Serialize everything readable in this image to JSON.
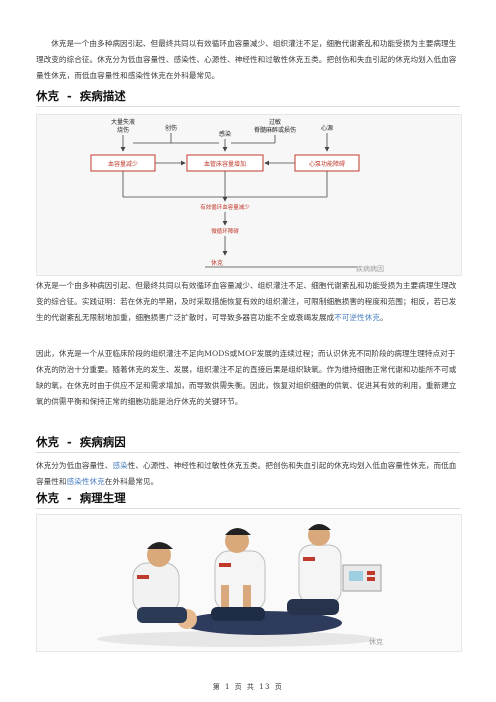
{
  "intro": {
    "text": "休克是一个由多种病因引起、但最终共同以有效循环血容量减少、组织灌注不足，细胞代谢紊乱和功能受损为主要病理生理改变的综合征。休克分为低血容量性、感染性、心源性、神经性和过敏性休克五类。把创伤和失血引起的休克均划入低血容量性休克，而低血容量性和感染性休克在外科最常见。"
  },
  "section1": {
    "heading": "休克 - 疾病描述",
    "diagram": {
      "top_labels": [
        "大量失液\n烧伤",
        "创伤",
        "感染",
        "过敏\n脊髓麻醉或损伤",
        "心源"
      ],
      "boxes": [
        "血容量减少",
        "血管床容量增加",
        "心泵功能障碍"
      ],
      "flow_labels": [
        "有效循环血容量减少",
        "微循环障碍",
        "休克"
      ]
    },
    "caption": "疾病病因",
    "para1_a": "休克是一个由多种病因引起、但最终共同以有效循环血容量减少、组织灌注不足、细胞代谢紊乱和功能受损为主要病理生理改变的综合征。实践证明：若在休克的早期，及时采取措施恢复有效的组织灌注，可限制细胞损害的程度和范围；相反，若已发生的代谢紊乱无限制地加重，细胞损害广泛扩散时，可导致多器官功能不全或衰竭发展成",
    "para1_link": "不可逆性休克",
    "para1_b": "。",
    "para2": "因此，休克是一个从亚临床阶段的组织灌注不足向MODS或MOF发展的连续过程；而认识休克不同阶段的病理生理特点对于休克的防治十分重要。随着休克的发生、发展，组织灌注不足的直接后果是组织缺氧。作为维持细胞正常代谢和功能所不可或缺的氧，在休克时由于供应不足和需求增加，而导致供需失衡。因此，恢复对组织细胞的供氧、促进其有效的利用，重新建立氧的供需平衡和保持正常的细胞功能是治疗休克的关键环节。"
  },
  "section2": {
    "heading": "休克 - 疾病病因",
    "text_a": "休克分为低血容量性、",
    "link1": "感染",
    "text_b": "性、心源性、神经性和过敏性休克五类。把创伤和失血引起的休克均划入低血容量性休克，而低血容量性和",
    "link2": "感染性休克",
    "text_c": "在外科最常见。"
  },
  "section3": {
    "heading": "休克 - 病理生理",
    "caption": "休克"
  },
  "footer": {
    "text": "第 1 页 共 13 页"
  },
  "colors": {
    "accent_red": "#c0392b",
    "link_blue": "#4a7fc1"
  }
}
